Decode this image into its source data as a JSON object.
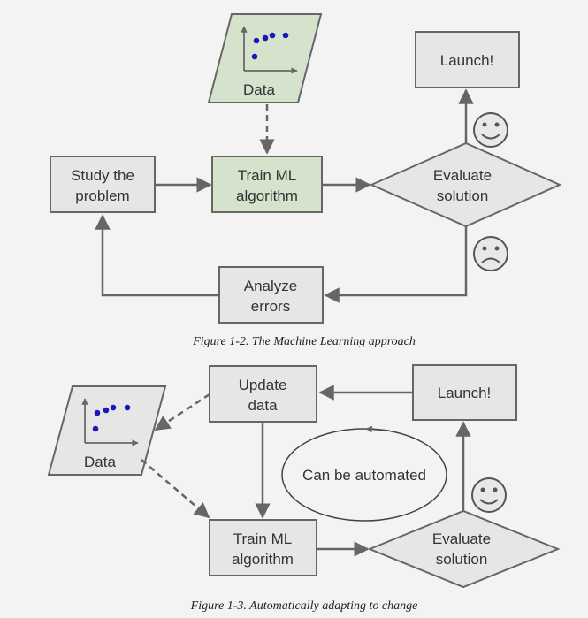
{
  "figure_top": {
    "data_label": "Data",
    "train_lines": [
      "Train ML",
      "algorithm"
    ],
    "study_lines": [
      "Study the",
      "problem"
    ],
    "evaluate_lines": [
      "Evaluate",
      "solution"
    ],
    "launch_label": "Launch!",
    "analyze_lines": [
      "Analyze",
      "errors"
    ],
    "caption": "Figure 1-2. The Machine Learning approach"
  },
  "figure_bottom": {
    "data_label": "Data",
    "update_lines": [
      "Update",
      "data"
    ],
    "launch_label": "Launch!",
    "automated_label": "Can be automated",
    "train_lines": [
      "Train ML",
      "algorithm"
    ],
    "evaluate_lines": [
      "Evaluate",
      "solution"
    ],
    "caption": "Figure 1-3. Automatically adapting to change"
  },
  "colors": {
    "box_fill": "#e6e6e6",
    "box_stroke": "#666666",
    "highlight_fill": "#d5e3cc",
    "arrow": "#666666",
    "point": "#1a1ab8",
    "background": "#f3f3f3"
  },
  "icons": [
    "happy-face-icon",
    "sad-face-icon",
    "scatter-plot-icon"
  ]
}
